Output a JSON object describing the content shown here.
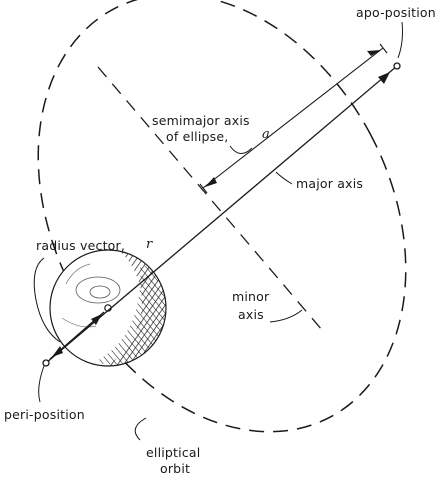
{
  "diagram": {
    "labels": {
      "apo_position": "apo-position",
      "semimajor_line1": "semimajor axis",
      "semimajor_line2": "of ellipse,",
      "semimajor_symbol": "a",
      "major_axis": "major axis",
      "radius_vector": "radius vector,",
      "radius_symbol": "r",
      "minor_line1": "minor",
      "minor_line2": "axis",
      "peri_position": "peri-position",
      "orbit_line1": "elliptical",
      "orbit_line2": "orbit"
    },
    "colors": {
      "ink": "#1a1a1a",
      "background": "#ffffff"
    }
  }
}
